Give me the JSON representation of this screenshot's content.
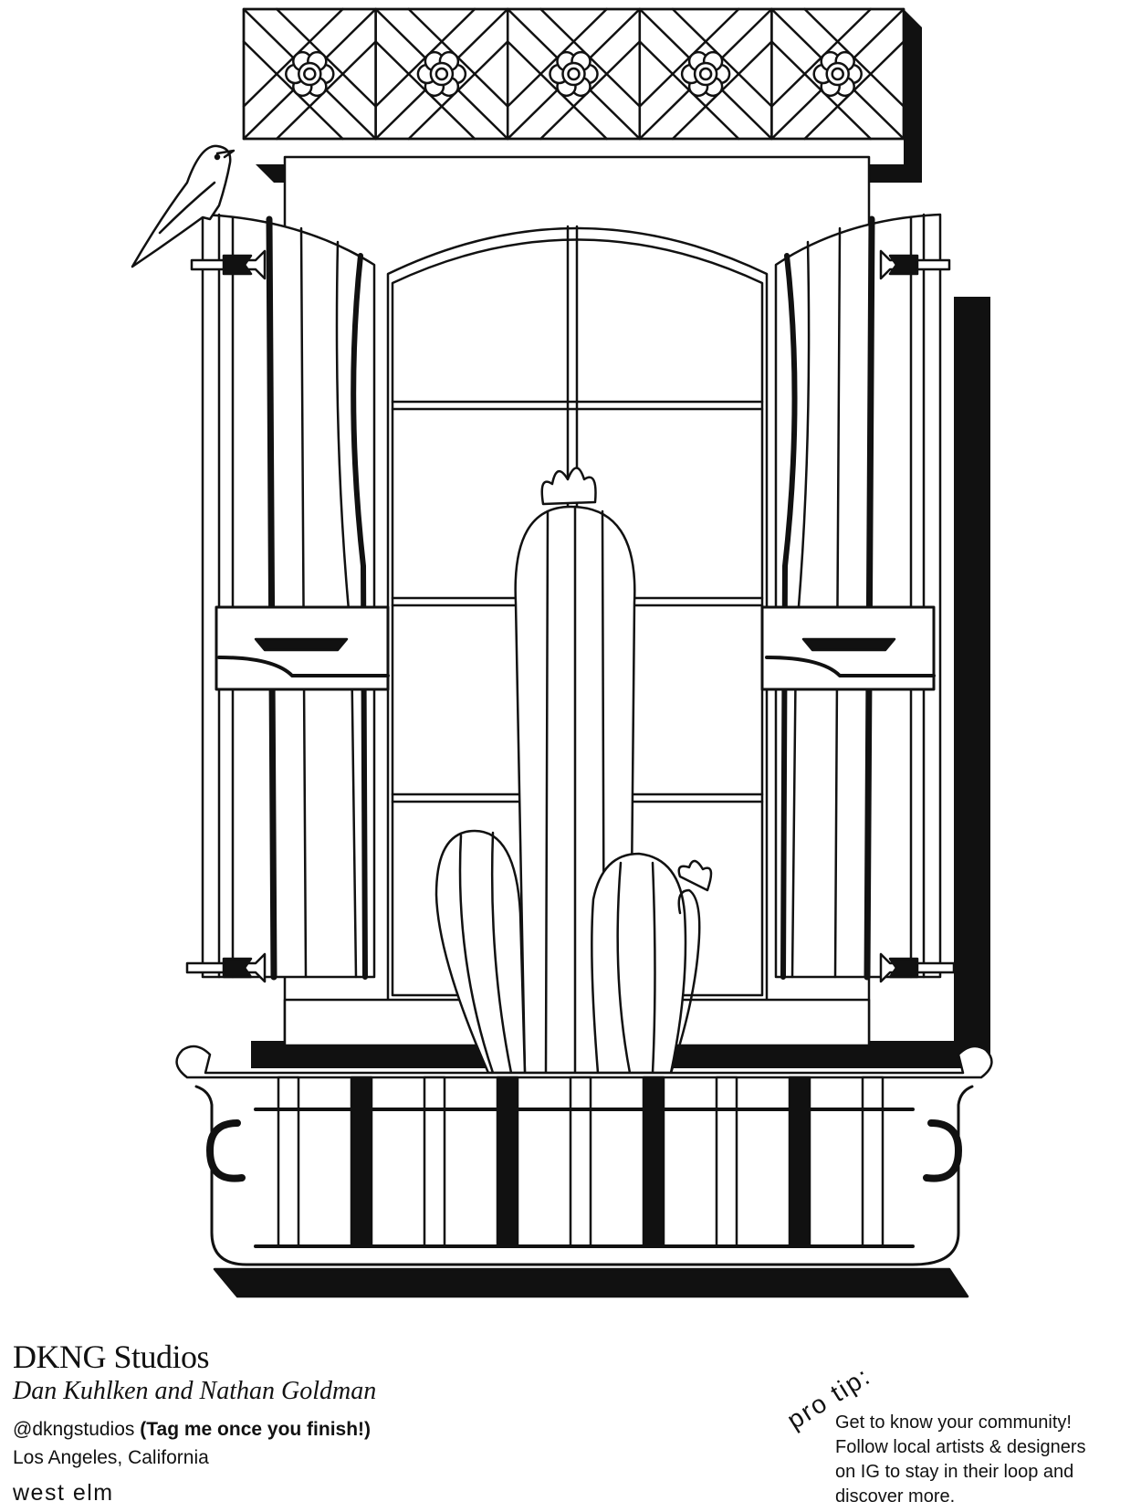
{
  "credits": {
    "studio_name": "DKNG Studios",
    "artists": "Dan Kuhlken and Nathan Goldman",
    "handle": "@dkngstudios",
    "handle_note": "(Tag me once you finish!)",
    "location": "Los Angeles, California",
    "brand": "west elm"
  },
  "pro_tip": {
    "label": "pro tip:",
    "lines": [
      "Get to know your community!",
      "Follow local artists & designers",
      "on IG to stay in their loop and",
      "discover more."
    ]
  },
  "colors": {
    "ink": "#111111",
    "paper": "#ffffff"
  },
  "illustration": {
    "subject": "coloring-page line art",
    "icons": [
      "bird-icon",
      "tile-flower-icon",
      "cactus-icon",
      "balcony-railing-icon"
    ]
  }
}
